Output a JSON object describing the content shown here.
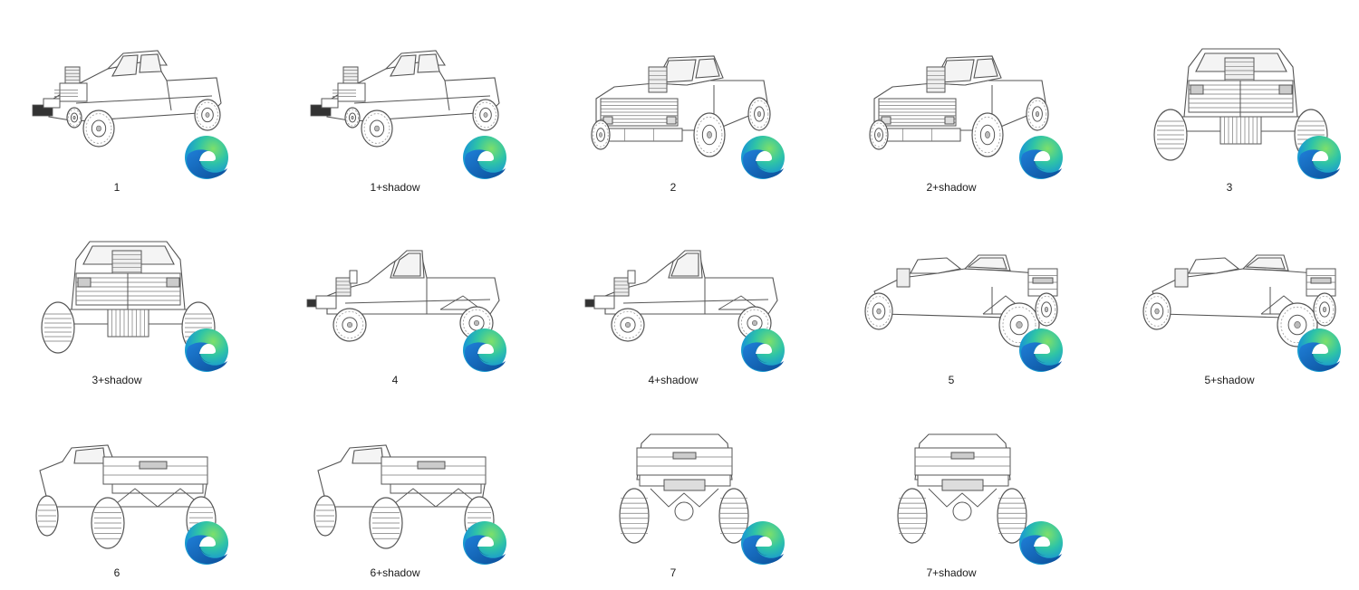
{
  "files": [
    {
      "label": "1",
      "view": "front-left-low"
    },
    {
      "label": "1+shadow",
      "view": "front-left-low"
    },
    {
      "label": "2",
      "view": "front-left-high"
    },
    {
      "label": "2+shadow",
      "view": "front-left-high"
    },
    {
      "label": "3",
      "view": "front"
    },
    {
      "label": "3+shadow",
      "view": "front"
    },
    {
      "label": "4",
      "view": "side-left"
    },
    {
      "label": "4+shadow",
      "view": "side-left"
    },
    {
      "label": "5",
      "view": "rear-right"
    },
    {
      "label": "5+shadow",
      "view": "rear-right"
    },
    {
      "label": "6",
      "view": "rear-left"
    },
    {
      "label": "6+shadow",
      "view": "rear-left"
    },
    {
      "label": "7",
      "view": "rear"
    },
    {
      "label": "7+shadow",
      "view": "rear"
    }
  ],
  "file_icon": "microsoft-edge-icon",
  "colors": {
    "background": "#ffffff",
    "label": "#1a1a1a",
    "line": "#555555",
    "edge_blue": "#0c59a4",
    "edge_green": "#35c1a0",
    "edge_light": "#55d08a"
  }
}
